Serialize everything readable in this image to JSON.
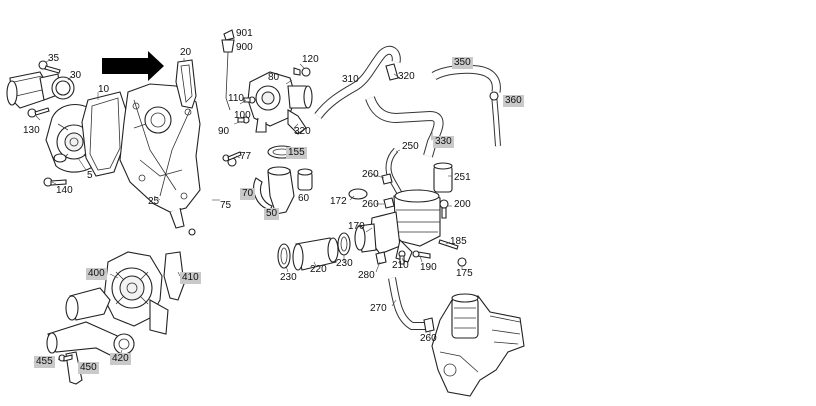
{
  "labels": {
    "p35": "35",
    "p30": "30",
    "p130": "130",
    "p10": "10",
    "p5": "5",
    "p140": "140",
    "p20": "20",
    "p25": "25",
    "p75": "75",
    "p77": "77",
    "p901": "901",
    "p900": "900",
    "p120": "120",
    "p80": "80",
    "p110": "110",
    "p100": "100",
    "p90": "90",
    "p320a": "320",
    "p155": "155",
    "p70": "70",
    "p50": "50",
    "p60": "60",
    "p310": "310",
    "p320b": "320",
    "p350": "350",
    "p360": "360",
    "p330": "330",
    "p250": "250",
    "p251": "251",
    "p260a": "260",
    "p260b": "260",
    "p172": "172",
    "p200": "200",
    "p170": "170",
    "p185": "185",
    "p190": "190",
    "p210": "210",
    "p175": "175",
    "p280": "280",
    "p230a": "230",
    "p220": "220",
    "p230b": "230",
    "p270": "270",
    "p260c": "260",
    "p400": "400",
    "p410": "410",
    "p420": "420",
    "p455": "455",
    "p450": "450"
  }
}
